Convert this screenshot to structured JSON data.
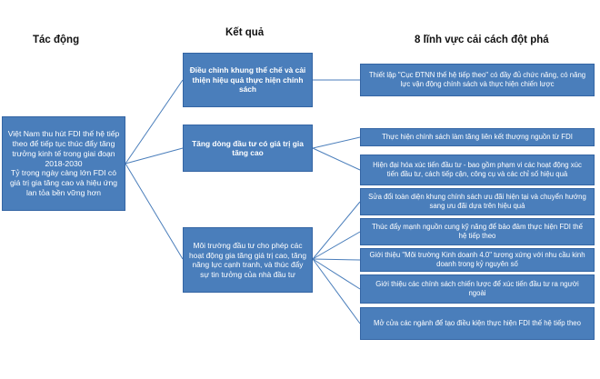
{
  "headers": {
    "impact": "Tác động",
    "result": "Kết quả",
    "areas": "8 lĩnh vực cải cách đột phá"
  },
  "impact_box": "Việt Nam thu hút FDI thế hệ tiếp theo để tiếp tục thúc đẩy tăng trưởng kinh tế trong giai đoạn 2018-2030\nTỷ trọng ngày càng lớn FDI có giá trị gia tăng cao và hiệu ứng lan tỏa bền vững hơn",
  "results": [
    "Điều chỉnh khung thể chế và cải thiện hiệu quả thực hiện chính sách",
    "Tăng dòng đầu tư có giá trị gia tăng cao",
    "Môi trường đầu tư cho phép các hoạt động gia tăng giá trị cao, tăng năng lực cạnh tranh, và thúc đẩy sự tin tưởng của nhà đầu tư"
  ],
  "areas": [
    "Thiết lập \"Cục ĐTNN thế hệ tiếp theo\" có đầy đủ chức năng, có năng lực vận động chính sách và thực hiện chiến lược",
    "Thực hiện chính sách làm tăng liên kết thượng nguồn từ FDI",
    "Hiện đại hóa xúc tiến đầu tư - bao gồm phạm vi các hoạt động xúc tiến đầu tư, cách tiếp cận, công cụ và các chỉ số hiệu quả",
    "Sửa đổi toàn diện khung chính sách ưu đãi hiện tại và chuyển hướng sang ưu đãi dựa trên hiệu quả",
    "Thúc đẩy mạnh nguồn cung kỹ năng để bảo đảm thực hiện FDI thế hệ tiếp theo",
    "Giới thiệu \"Môi trường Kinh doanh 4.0\" tương xứng với nhu cầu kinh doanh trong kỷ nguyên số",
    "Giới thiệu các chính sách chiến lược để xúc tiến đầu tư ra người ngoài",
    "Mở cửa các ngành để tạo điều kiện thực hiện FDI thế hệ tiếp theo"
  ]
}
